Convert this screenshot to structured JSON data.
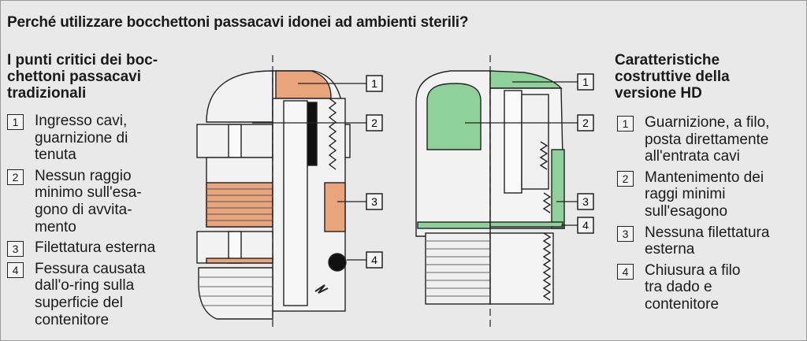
{
  "title": "Perché utilizzare bocchettoni passacavi idonei ad ambienti sterili?",
  "left": {
    "heading": "I punti critici dei boc-\nchettoni passacavi\ntradizionali",
    "items": [
      {
        "num": "1",
        "text": "Ingresso cavi,\nguarnizione di\ntenuta"
      },
      {
        "num": "2",
        "text": "Nessun raggio\nminimo sull'esa-\ngono di avvita-\nmento"
      },
      {
        "num": "3",
        "text": "Filettatura esterna"
      },
      {
        "num": "4",
        "text": "Fessura causata\ndall'o-ring sulla\nsuperficie del\ncontenitore"
      }
    ]
  },
  "right": {
    "heading": "Caratteristiche\ncostruttive della\nversione HD",
    "items": [
      {
        "num": "1",
        "text": "Guarnizione, a filo,\nposta direttamente\nall'entrata cavi"
      },
      {
        "num": "2",
        "text": "Mantenimento dei\nraggi minimi\nsull'esagono"
      },
      {
        "num": "3",
        "text": "Nessuna filettatura\nesterna"
      },
      {
        "num": "4",
        "text": "Chiusura a filo\ntra dado e\ncontenitore"
      }
    ]
  },
  "diagram": {
    "left_callouts": [
      "1",
      "2",
      "3",
      "4"
    ],
    "right_callouts": [
      "1",
      "2",
      "3",
      "4"
    ]
  },
  "colors": {
    "background": "#e9e9e9",
    "orange_highlight": "#e9a47c",
    "green_highlight": "#8fd19a",
    "metal_light": "#f2f2f2",
    "outline": "#222222"
  }
}
